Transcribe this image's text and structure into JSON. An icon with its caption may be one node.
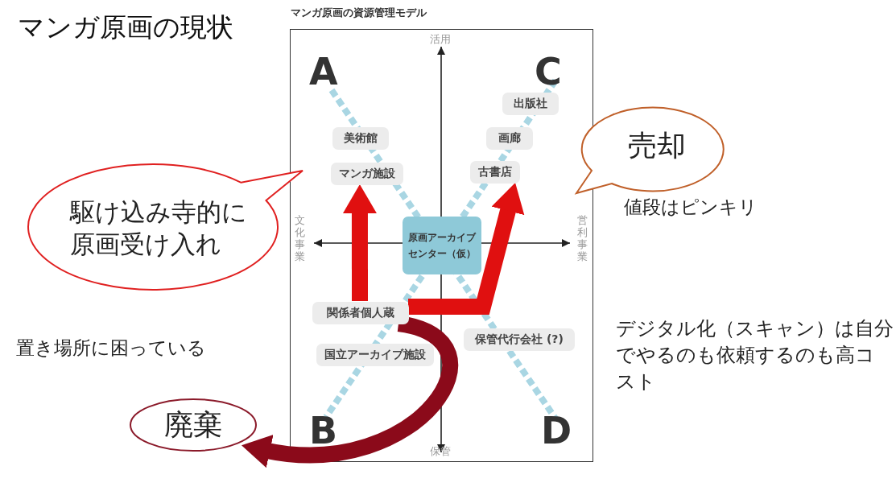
{
  "diagram": {
    "title": "マンガ原画の現状",
    "nodes": [
      {
        "text": [
          "マンガ原画の資源管理モデル"
        ]
      },
      {
        "text": [
          "美術館"
        ],
        "in": 0
      },
      {
        "text": [
          "マンガ施設"
        ],
        "in": 0
      },
      {
        "text": [
          "出版社"
        ],
        "in": 0
      },
      {
        "text": [
          "画廊"
        ],
        "in": 0
      },
      {
        "text": [
          "古書店"
        ],
        "in": 0
      },
      {
        "text": [
          "原画アーカイブセンター（仮）"
        ],
        "in": 0
      },
      {
        "text": [
          "関係者個人蔵"
        ],
        "in": 0
      },
      {
        "text": [
          "国立アーカイブ施設"
        ],
        "in": 0
      },
      {
        "text": [
          "保管代行会社 (?)"
        ],
        "in": 0
      },
      {
        "text": [
          "駆け込み寺的に原画受け入れ"
        ]
      },
      {
        "text": [
          "売却"
        ]
      },
      {
        "text": [
          "廃棄"
        ]
      }
    ],
    "edges": [
      {
        "from": 7,
        "to": 2,
        "arrow": "to"
      },
      {
        "from": 7,
        "to": 5,
        "arrow": "to"
      },
      {
        "from": 7,
        "to": 12,
        "arrow": "to",
        "color": "#8b0a1a"
      }
    ],
    "labels": [
      "A",
      "活用",
      "C",
      "文化事業",
      "営利事業",
      "B",
      "保管",
      "D",
      "値段はピンキリ",
      "置き場所に困っている",
      "デジタル化（スキャン）は自分でやるのも依頼するのも高コスト"
    ]
  }
}
